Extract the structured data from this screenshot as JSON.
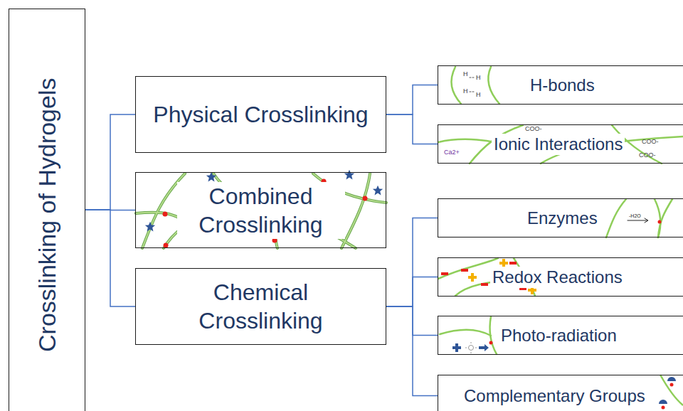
{
  "diagram": {
    "nodes": [
      {
        "text": [
          "Crosslinking of Hydrogels"
        ]
      },
      {
        "text": [
          "Physical Crosslinking"
        ]
      },
      {
        "text": [
          "Combined Crosslinking"
        ]
      },
      {
        "text": [
          "Chemical Crosslinking"
        ]
      },
      {
        "text": [
          "H-bonds"
        ]
      },
      {
        "text": [
          "Ionic Interactions"
        ]
      },
      {
        "text": [
          "Enzymes"
        ]
      },
      {
        "text": [
          "Redox Reactions"
        ]
      },
      {
        "text": [
          "Photo-radiation"
        ]
      },
      {
        "text": [
          "Complementary Groups"
        ]
      }
    ],
    "edges": [
      {
        "from": 0,
        "to": 1,
        "arrow": "none"
      },
      {
        "from": 0,
        "to": 2,
        "arrow": "none"
      },
      {
        "from": 0,
        "to": 3,
        "arrow": "none"
      },
      {
        "from": 1,
        "to": 4,
        "arrow": "none"
      },
      {
        "from": 1,
        "to": 5,
        "arrow": "none"
      },
      {
        "from": 3,
        "to": 6,
        "arrow": "none"
      },
      {
        "from": 3,
        "to": 7,
        "arrow": "none"
      },
      {
        "from": 3,
        "to": 8,
        "arrow": "none"
      },
      {
        "from": 3,
        "to": 9,
        "arrow": "none"
      }
    ],
    "labels": [
      "H",
      "H",
      "H",
      "H",
      "COO-",
      "COO-",
      "COO-",
      "Ca2+",
      "-H2O"
    ]
  }
}
